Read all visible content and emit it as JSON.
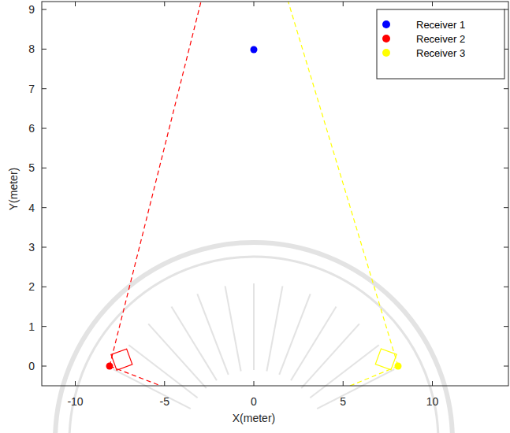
{
  "diagram": {
    "labels": [
      "9",
      "8",
      "7",
      "6",
      "5",
      "4",
      "3",
      "2",
      "1",
      "0",
      "-10",
      "-5",
      "0",
      "5",
      "10",
      "X(meter)",
      "Y(meter)"
    ],
    "legend": [
      {
        "text": "Receiver 1",
        "color": "#0000ff"
      },
      {
        "text": "Receiver 2",
        "color": "#ff0000"
      },
      {
        "text": "Receiver 3",
        "color": "#ffff00"
      }
    ]
  }
}
